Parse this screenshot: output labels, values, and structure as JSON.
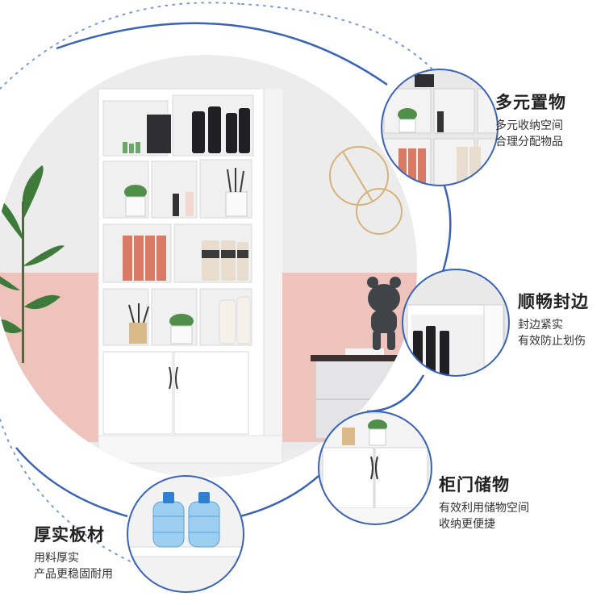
{
  "colors": {
    "ring": "#3a63b8",
    "dots": "#7a9ad0",
    "wall_pink": "#edc3bb",
    "wall_grey": "#ececec",
    "cabinet_white": "#ffffff"
  },
  "features": [
    {
      "title": "多元置物",
      "desc": [
        "多元收纳空间",
        "合理分配物品"
      ]
    },
    {
      "title": "顺畅封边",
      "desc": [
        "封边紧实",
        "有效防止划伤"
      ]
    },
    {
      "title": "柜门储物",
      "desc": [
        "有效利用储物空间",
        "收纳更便捷"
      ]
    },
    {
      "title": "厚实板材",
      "desc": [
        "用料厚实",
        "产品更稳固耐用"
      ]
    }
  ]
}
